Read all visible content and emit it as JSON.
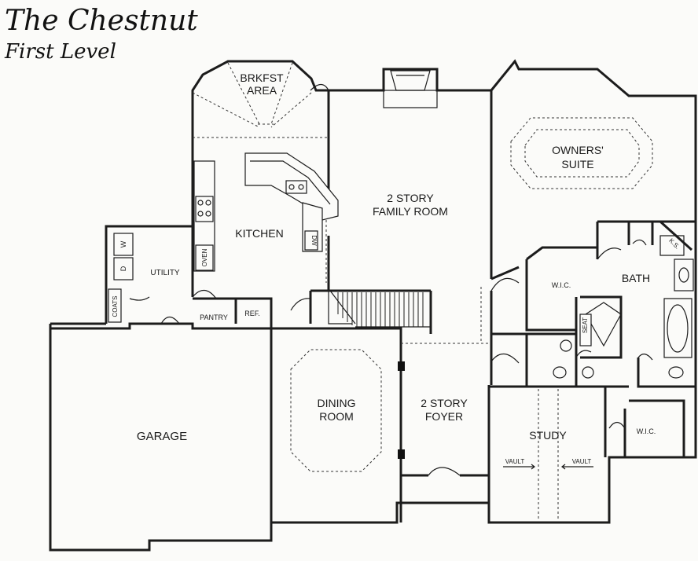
{
  "title": {
    "main": "The Chestnut",
    "sub": "First Level"
  },
  "rooms": {
    "breakfast": [
      "BRKFST",
      "AREA"
    ],
    "kitchen": "KITCHEN",
    "family_room": [
      "2 STORY",
      "FAMILY ROOM"
    ],
    "owners_suite": [
      "OWNERS'",
      "SUITE"
    ],
    "bath": "BATH",
    "wic_bath": "W.I.C.",
    "wic_study": "W.I.C.",
    "utility": "UTILITY",
    "garage": "GARAGE",
    "dining": [
      "DINING",
      "ROOM"
    ],
    "foyer": [
      "2 STORY",
      "FOYER"
    ],
    "study": "STUDY"
  },
  "fixtures": {
    "oven": "OVEN",
    "dw": "DW",
    "pantry": "PANTRY",
    "ref": "REF.",
    "coats": "COATS",
    "washer": "W",
    "dryer": "D",
    "seat": "SEAT",
    "ks": "K.S.",
    "vault_left": "VAULT",
    "vault_right": "VAULT"
  }
}
